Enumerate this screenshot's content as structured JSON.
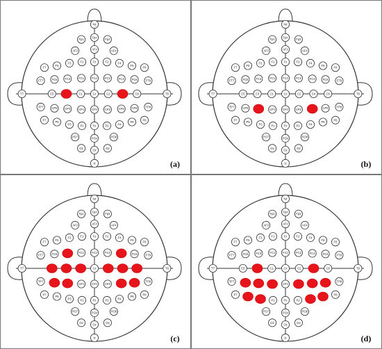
{
  "figure": {
    "panels": [
      {
        "caption": "(a)",
        "highlighted": [
          "C3",
          "C4"
        ]
      },
      {
        "caption": "(b)",
        "highlighted": [
          "CP3",
          "CP4"
        ]
      },
      {
        "caption": "(c)",
        "highlighted": [
          "FC3",
          "FC4",
          "C5",
          "C3",
          "C1",
          "C2",
          "C4",
          "C6",
          "CP3",
          "CP4",
          "CP5",
          "CP6"
        ]
      },
      {
        "caption": "(d)",
        "highlighted": [
          "C3",
          "C4",
          "CP5",
          "CP3",
          "CP1",
          "CP2",
          "CP4",
          "CP6",
          "P3",
          "P4",
          "P5",
          "P6"
        ]
      }
    ],
    "electrode_labels": [
      "Fp1",
      "Fpz",
      "Fp2",
      "AF3",
      "AFz",
      "AF4",
      "F7",
      "F5",
      "F3",
      "F1",
      "Fz",
      "F2",
      "F4",
      "F6",
      "F8",
      "FT7",
      "FC5",
      "FC3",
      "FC1",
      "FCz",
      "FC2",
      "FC4",
      "FC6",
      "FT8",
      "T7",
      "C5",
      "C3",
      "C1",
      "Cz",
      "C2",
      "C4",
      "C6",
      "T8",
      "TP7",
      "CP5",
      "CP3",
      "CP1",
      "CPz",
      "CP2",
      "CP4",
      "CP6",
      "TP8",
      "P7",
      "P5",
      "P3",
      "P1",
      "Pz",
      "P2",
      "P4",
      "P6",
      "P8",
      "PO7",
      "POz",
      "PO8",
      "O1",
      "Oz",
      "O2",
      "Iz",
      "Nz"
    ],
    "colors": {
      "highlight": "#e8141c",
      "outline": "#333333",
      "panel_border": "#777777"
    }
  }
}
